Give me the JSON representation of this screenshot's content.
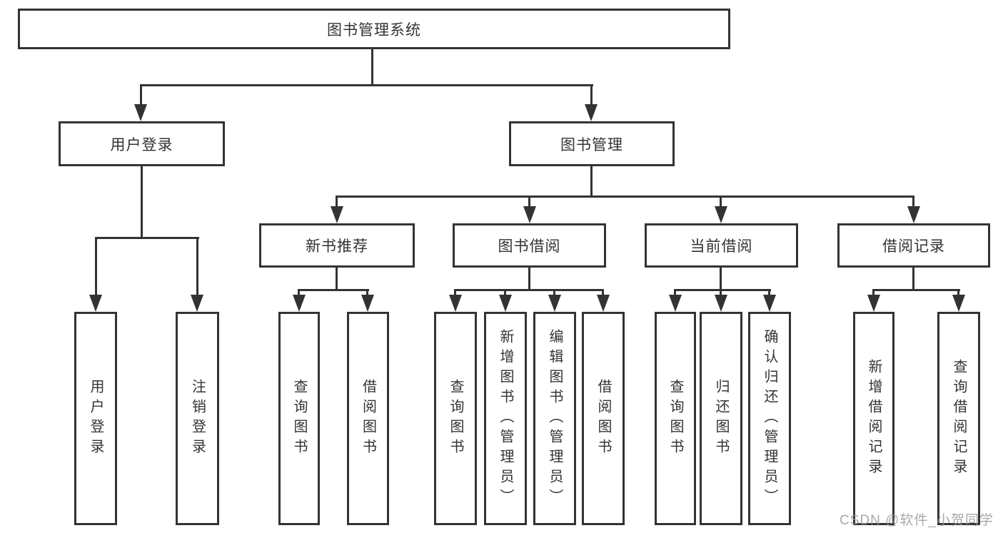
{
  "colors": {
    "line": "#333333",
    "text": "#333333",
    "bg": "#ffffff",
    "watermark": "#9a9a9a"
  },
  "nodes": {
    "root": {
      "label": "图书管理系统"
    },
    "level2": [
      {
        "id": "user-login",
        "label": "用户登录"
      },
      {
        "id": "book-management",
        "label": "图书管理"
      }
    ],
    "level3": [
      {
        "id": "new-book-recommend",
        "label": "新书推荐"
      },
      {
        "id": "book-borrowing",
        "label": "图书借阅"
      },
      {
        "id": "current-borrowing",
        "label": "当前借阅"
      },
      {
        "id": "borrowing-records",
        "label": "借阅记录"
      }
    ],
    "leaves": [
      {
        "id": "user-login-leaf",
        "label": "用户登录"
      },
      {
        "id": "logout-leaf",
        "label": "注销登录"
      },
      {
        "id": "query-books-recommend",
        "label": "查询图书"
      },
      {
        "id": "borrow-books-recommend",
        "label": "借阅图书"
      },
      {
        "id": "query-books-borrowing",
        "label": "查询图书"
      },
      {
        "id": "add-books-admin",
        "label": "新增图书（管理员）"
      },
      {
        "id": "edit-books-admin",
        "label": "编辑图书（管理员）"
      },
      {
        "id": "borrow-books-borrowing",
        "label": "借阅图书"
      },
      {
        "id": "query-books-current",
        "label": "查询图书"
      },
      {
        "id": "return-books",
        "label": "归还图书"
      },
      {
        "id": "confirm-return-admin",
        "label": "确认归还（管理员）"
      },
      {
        "id": "add-borrow-record",
        "label": "新增借阅记录"
      },
      {
        "id": "query-borrow-record",
        "label": "查询借阅记录"
      }
    ]
  },
  "watermark": "CSDN @软件_小贺同学"
}
